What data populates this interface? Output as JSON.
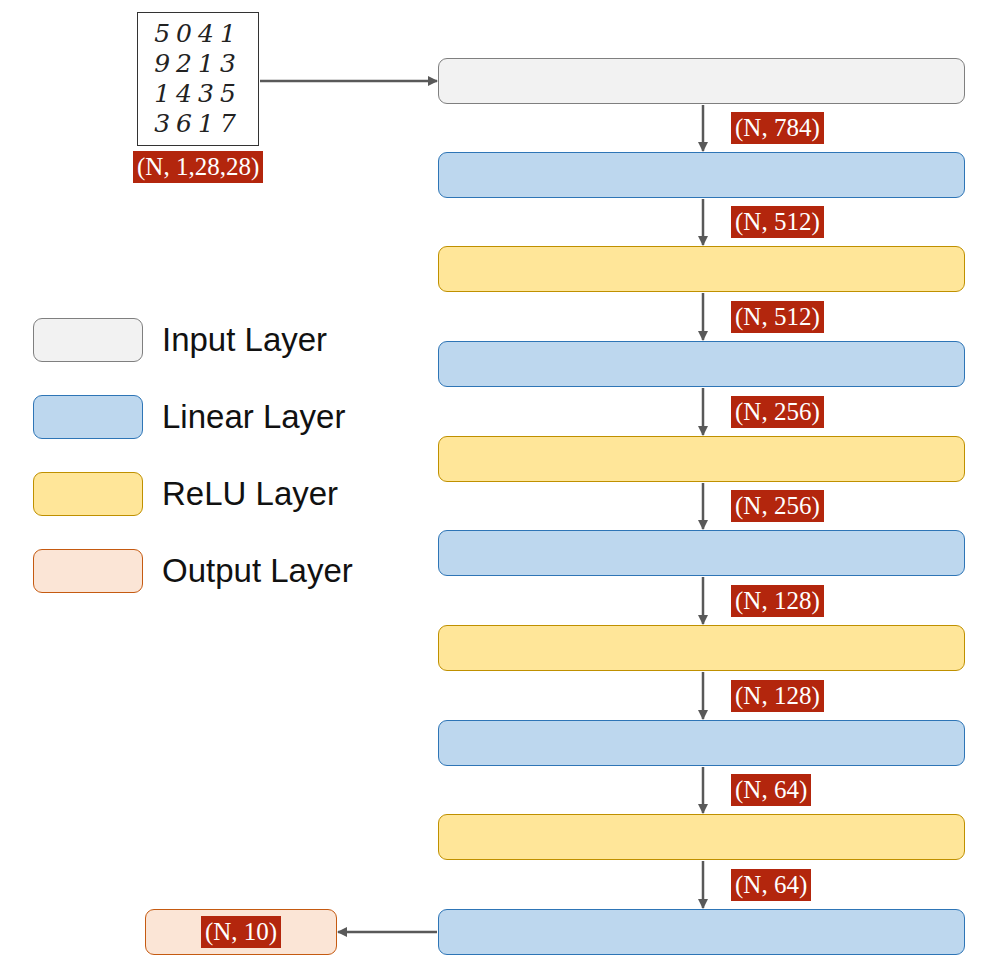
{
  "diagram": {
    "nodes": [
      {
        "text": [
          "5041",
          "9213",
          "1435",
          "3617"
        ]
      },
      {
        "text": []
      },
      {
        "text": []
      },
      {
        "text": []
      },
      {
        "text": []
      },
      {
        "text": []
      },
      {
        "text": []
      },
      {
        "text": []
      },
      {
        "text": []
      },
      {
        "text": []
      },
      {
        "text": []
      },
      {
        "text": [
          "(N, 10)"
        ]
      }
    ],
    "edges": [
      {
        "from": 0,
        "to": 1,
        "arrow": "to"
      },
      {
        "from": 1,
        "to": 2,
        "arrow": "to",
        "label": "(N, 784)"
      },
      {
        "from": 2,
        "to": 3,
        "arrow": "to",
        "label": "(N, 512)"
      },
      {
        "from": 3,
        "to": 4,
        "arrow": "to",
        "label": "(N, 512)"
      },
      {
        "from": 4,
        "to": 5,
        "arrow": "to",
        "label": "(N, 256)"
      },
      {
        "from": 5,
        "to": 6,
        "arrow": "to",
        "label": "(N, 256)"
      },
      {
        "from": 6,
        "to": 7,
        "arrow": "to",
        "label": "(N, 128)"
      },
      {
        "from": 7,
        "to": 8,
        "arrow": "to",
        "label": "(N, 128)"
      },
      {
        "from": 8,
        "to": 9,
        "arrow": "to",
        "label": "(N, 64)"
      },
      {
        "from": 9,
        "to": 10,
        "arrow": "to",
        "label": "(N, 64)"
      },
      {
        "from": 10,
        "to": 11,
        "arrow": "to"
      }
    ],
    "labels": [
      "(N, 1,28,28)"
    ],
    "legend": [
      {
        "text": "Input Layer",
        "color": "#f2f2f2"
      },
      {
        "text": "Linear Layer",
        "color": "#bdd7ee"
      },
      {
        "text": "ReLU Layer",
        "color": "#ffe699"
      },
      {
        "text": "Output Layer",
        "color": "#fbe5d6"
      }
    ]
  }
}
